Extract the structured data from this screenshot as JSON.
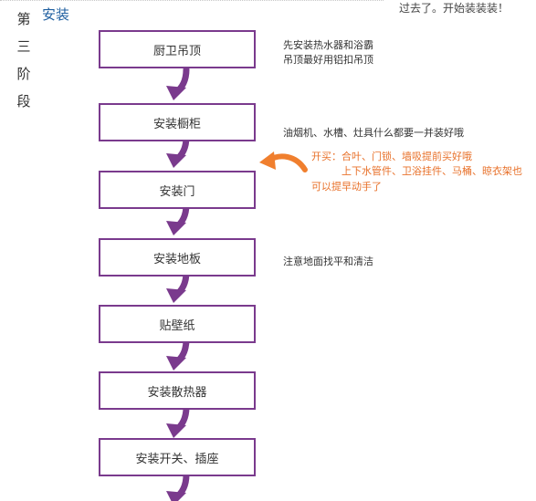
{
  "stage_vertical": [
    "第",
    "三",
    "阶",
    "段"
  ],
  "stage_title": "安装",
  "top_note": "过去了。开始装装装！",
  "steps": [
    "厨卫吊顶",
    "安装橱柜",
    "安装门",
    "安装地板",
    "贴壁纸",
    "安装散热器",
    "安装开关、插座"
  ],
  "notes": {
    "ceiling_line1": "先安装热水器和浴霸",
    "ceiling_line2": "吊顶最好用铝扣吊顶",
    "cabinet": "油烟机、水槽、灶具什么都要一并装好哦",
    "floor": "注意地面找平和清洁"
  },
  "tip": {
    "line1": "开买：合叶、门锁、墙吸提前买好哦",
    "line2": "上下水管件、卫浴挂件、马桶、晾衣架也",
    "line3": "可以提早动手了"
  },
  "colors": {
    "box_border": "#7a3a8d",
    "arrow": "#7a3a8d",
    "tip_text": "#e8712a",
    "tip_arrow": "#f07f2e",
    "stage_title": "#1f5fa0"
  }
}
